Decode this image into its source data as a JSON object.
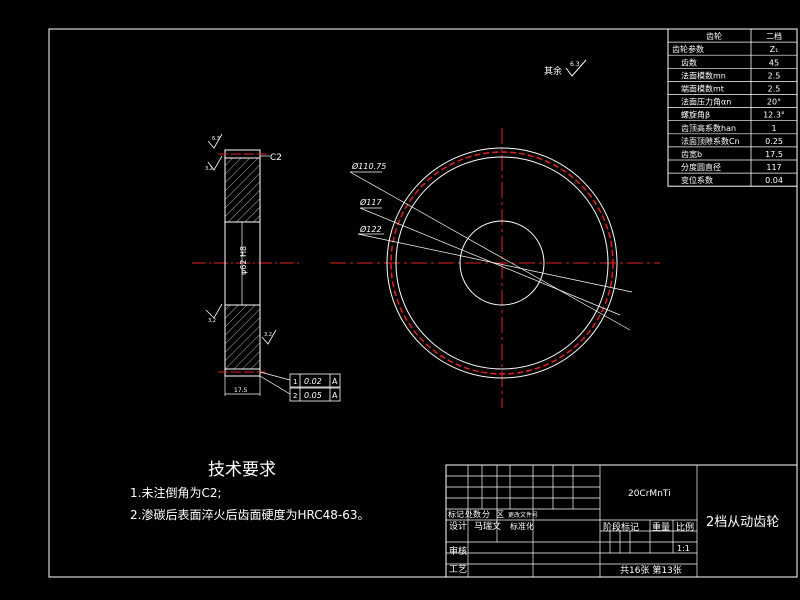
{
  "param_table": {
    "rows": [
      {
        "label": "齿轮",
        "value": "二档"
      },
      {
        "label": "齿轮参数",
        "value": "Z₁"
      },
      {
        "label": "齿数",
        "value": "45"
      },
      {
        "label": "法面模数mn",
        "value": "2.5"
      },
      {
        "label": "端面模数mt",
        "value": "2.5"
      },
      {
        "label": "法面压力角αn",
        "value": "20°"
      },
      {
        "label": "螺旋角β",
        "value": "12.3°"
      },
      {
        "label": "齿顶高系数han",
        "value": "1"
      },
      {
        "label": "法面顶隙系数Cn",
        "value": "0.25"
      },
      {
        "label": "齿宽b",
        "value": "17.5"
      },
      {
        "label": "分度圆直径",
        "value": "117"
      },
      {
        "label": "变位系数",
        "value": "0.04"
      }
    ]
  },
  "roughness_note": {
    "label": "其余",
    "value": "6.3"
  },
  "section_view": {
    "chamfer_label": "C2",
    "roughness_values": [
      "6.3",
      "3.2",
      "3.2",
      "3.2"
    ],
    "bore_label": "φ62 H8",
    "width_dim": "17.5",
    "tolerance_rows": [
      {
        "ref": "1",
        "value": "0.02",
        "datum": "A"
      },
      {
        "ref": "2",
        "value": "0.05",
        "datum": "A"
      }
    ]
  },
  "front_view": {
    "dims": [
      "Ø110.75",
      "Ø117",
      "Ø122"
    ]
  },
  "tech_requirements": {
    "title": "技术要求",
    "items": [
      "1.未注倒角为C2;",
      "2.渗碳后表面淬火后齿面硬度为HRC48-63。"
    ]
  },
  "title_block": {
    "material": "20CrMnTi",
    "part_name": "2档从动齿轮",
    "row_labels": [
      "标记",
      "处数",
      "分",
      "区",
      "更改文件号"
    ],
    "design_label": "设计",
    "designer": "马瑞文",
    "standard_label": "标准化",
    "stage_label": "阶段标记",
    "weight_label": "重量",
    "scale_label": "比例",
    "scale_value": "1:1",
    "review_label": "审核",
    "process_label": "工艺",
    "sheet_info": "共16张  第13张"
  }
}
